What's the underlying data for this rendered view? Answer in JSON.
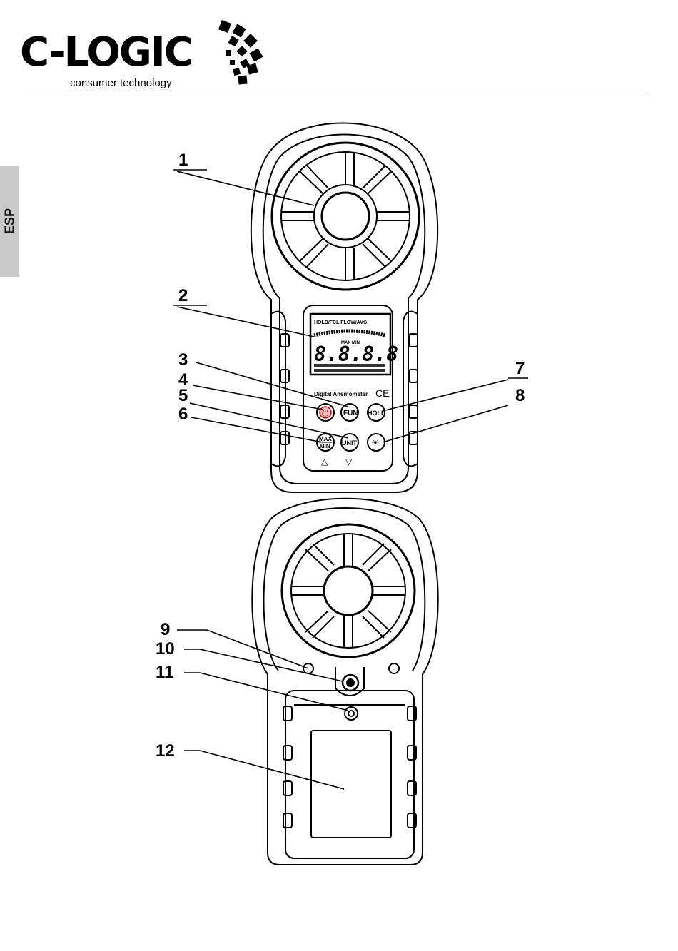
{
  "header": {
    "logo_text": "C-LOGIC",
    "logo_tagline": "consumer technology",
    "language_tab": "ESP"
  },
  "device": {
    "label": "Digital Anemometer",
    "ce_mark": "CE",
    "lcd_digits": "8.8.8.8",
    "lcd_top_text": "HOLD/FCL FLOW/AVG",
    "lcd_max_min": "MAX MIN",
    "buttons": {
      "power": "⏻",
      "fun": "FUN",
      "hold": "HOLD",
      "max": "MAX",
      "min": "MIN",
      "unit": "UNIT",
      "up": "△",
      "down": "▽",
      "backlight": "☀"
    }
  },
  "callouts": [
    "1",
    "2",
    "3",
    "4",
    "5",
    "6",
    "7",
    "8",
    "9",
    "10",
    "11",
    "12"
  ]
}
